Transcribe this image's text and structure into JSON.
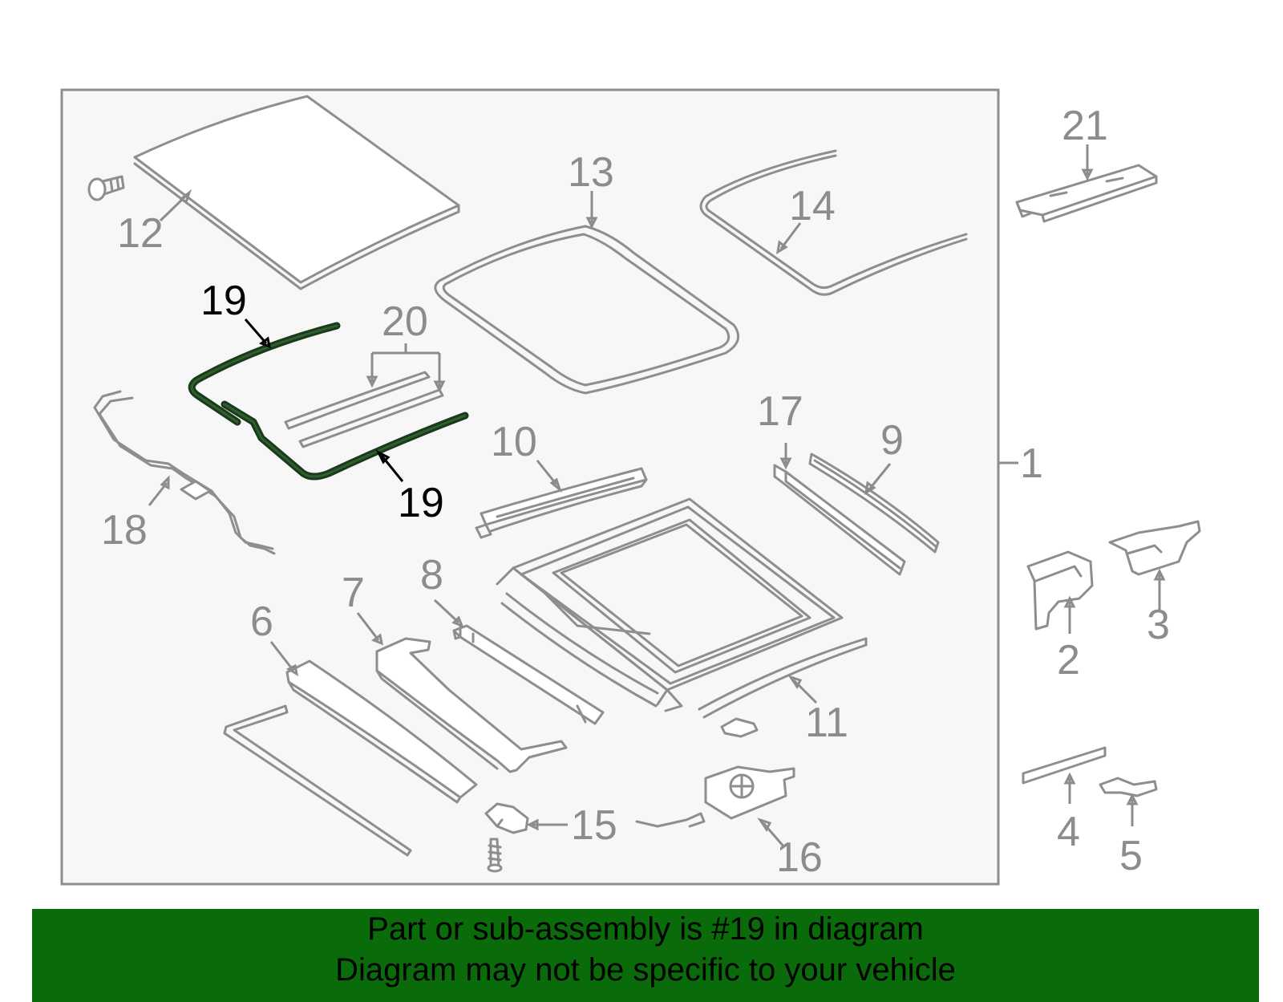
{
  "diagram": {
    "labels": [
      "1",
      "2",
      "3",
      "4",
      "5",
      "6",
      "7",
      "8",
      "9",
      "10",
      "11",
      "12",
      "13",
      "14",
      "15",
      "16",
      "17",
      "18",
      "19",
      "19",
      "20",
      "21"
    ],
    "highlighted_part": "19"
  },
  "banner": {
    "line1": "Part or sub-assembly is #19 in diagram",
    "line2": "Diagram may not be specific to your vehicle",
    "background": "#0a6b0a"
  },
  "colors": {
    "line": "#8e8e8e",
    "panel": "#f7f7f7",
    "highlight": "#1f4a1f"
  }
}
